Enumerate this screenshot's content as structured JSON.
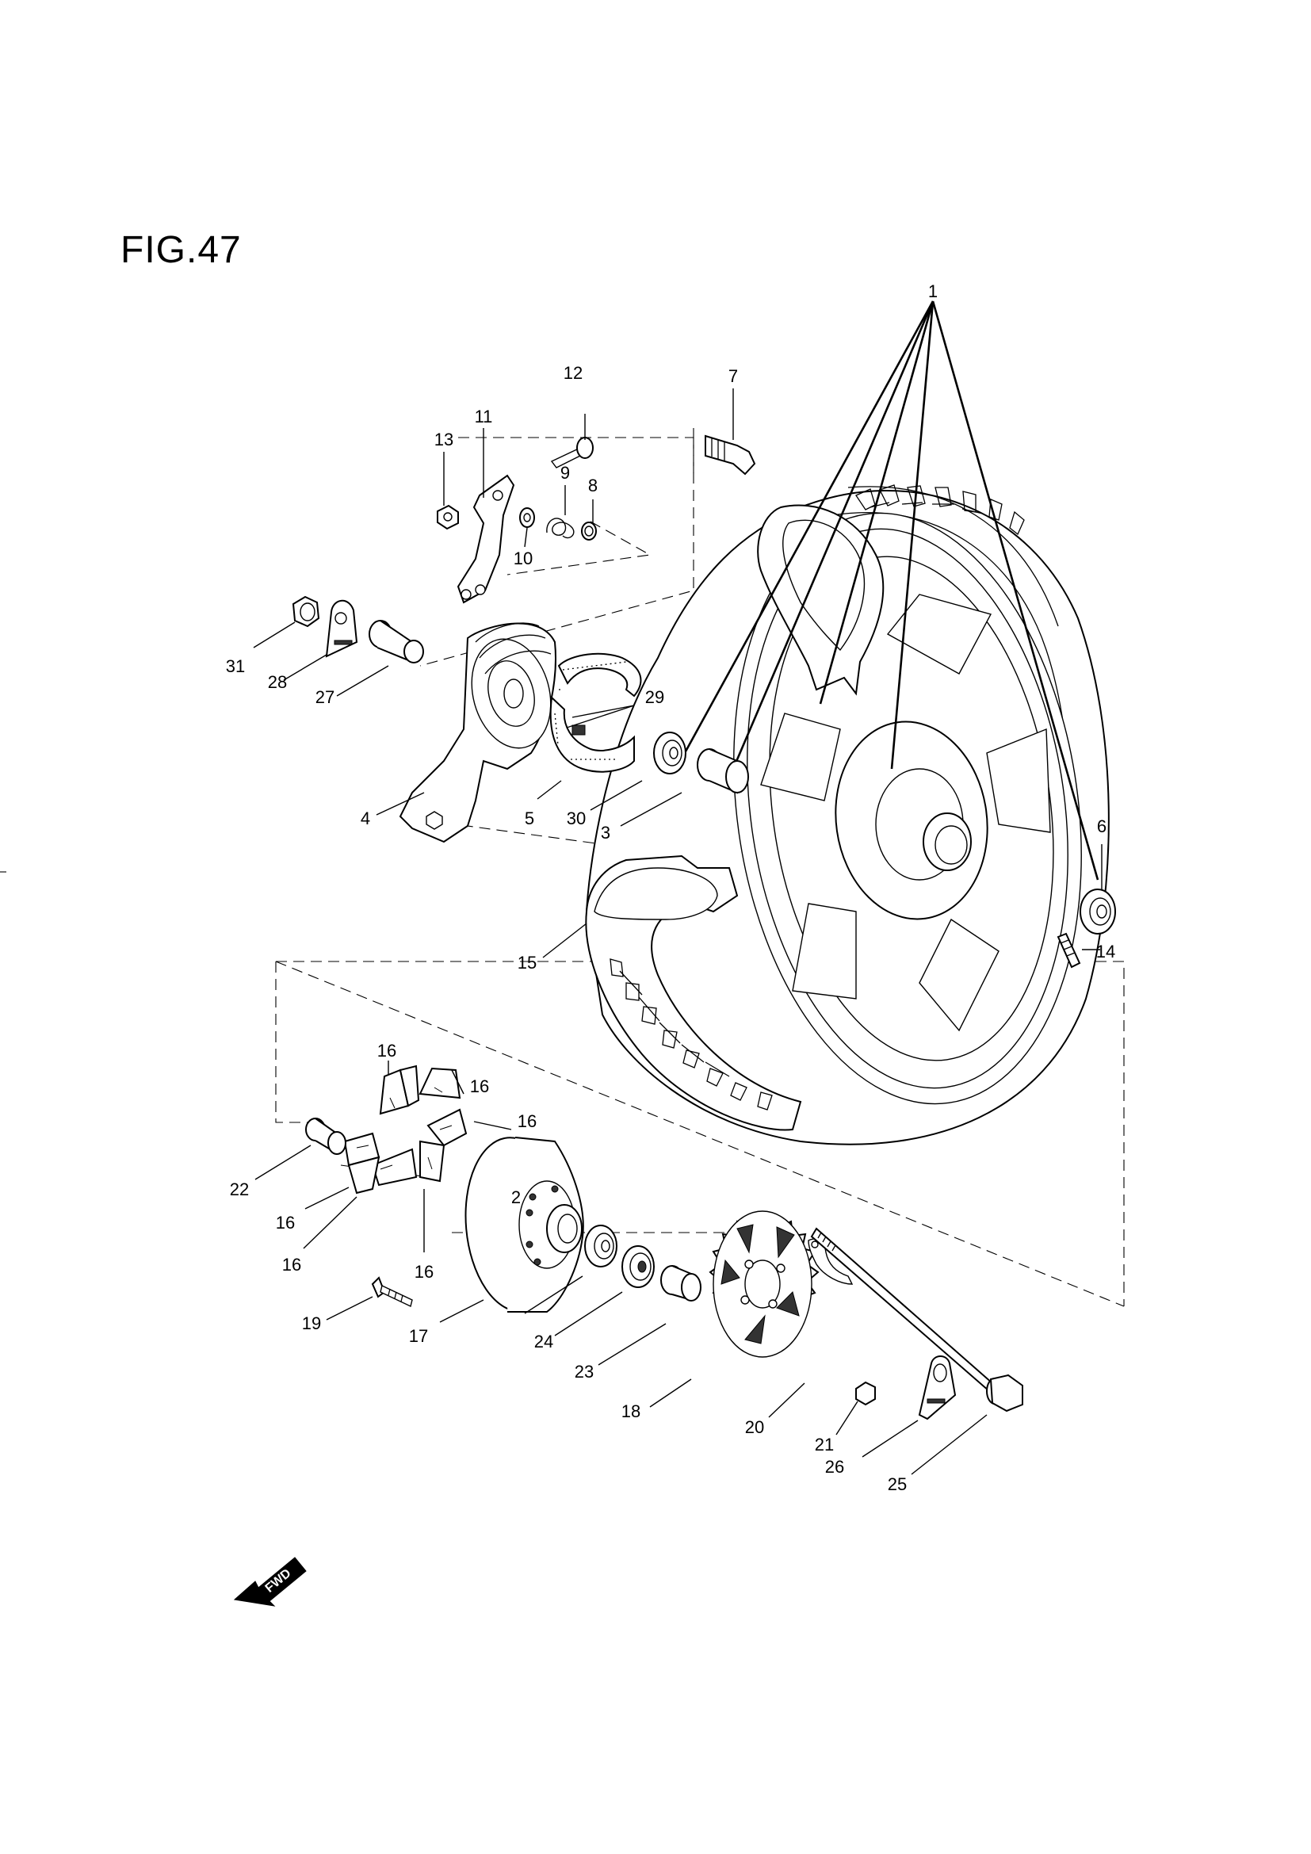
{
  "figure": {
    "title": "FIG.47",
    "fwd_label": "FWD"
  },
  "callouts": [
    {
      "id": "c1",
      "text": "1"
    },
    {
      "id": "c2",
      "text": "2"
    },
    {
      "id": "c3",
      "text": "3"
    },
    {
      "id": "c4",
      "text": "4"
    },
    {
      "id": "c5",
      "text": "5"
    },
    {
      "id": "c6",
      "text": "6"
    },
    {
      "id": "c7",
      "text": "7"
    },
    {
      "id": "c8",
      "text": "8"
    },
    {
      "id": "c9",
      "text": "9"
    },
    {
      "id": "c10",
      "text": "10"
    },
    {
      "id": "c11",
      "text": "11"
    },
    {
      "id": "c12",
      "text": "12"
    },
    {
      "id": "c13",
      "text": "13"
    },
    {
      "id": "c14",
      "text": "14"
    },
    {
      "id": "c15",
      "text": "15"
    },
    {
      "id": "c16a",
      "text": "16"
    },
    {
      "id": "c16b",
      "text": "16"
    },
    {
      "id": "c16c",
      "text": "16"
    },
    {
      "id": "c16d",
      "text": "16"
    },
    {
      "id": "c16e",
      "text": "16"
    },
    {
      "id": "c16f",
      "text": "16"
    },
    {
      "id": "c17",
      "text": "17"
    },
    {
      "id": "c18",
      "text": "18"
    },
    {
      "id": "c19",
      "text": "19"
    },
    {
      "id": "c20",
      "text": "20"
    },
    {
      "id": "c21",
      "text": "21"
    },
    {
      "id": "c22",
      "text": "22"
    },
    {
      "id": "c23",
      "text": "23"
    },
    {
      "id": "c24",
      "text": "24"
    },
    {
      "id": "c25",
      "text": "25"
    },
    {
      "id": "c26",
      "text": "26"
    },
    {
      "id": "c27",
      "text": "27"
    },
    {
      "id": "c28",
      "text": "28"
    },
    {
      "id": "c29",
      "text": "29"
    },
    {
      "id": "c30",
      "text": "30"
    },
    {
      "id": "c31",
      "text": "31"
    }
  ]
}
